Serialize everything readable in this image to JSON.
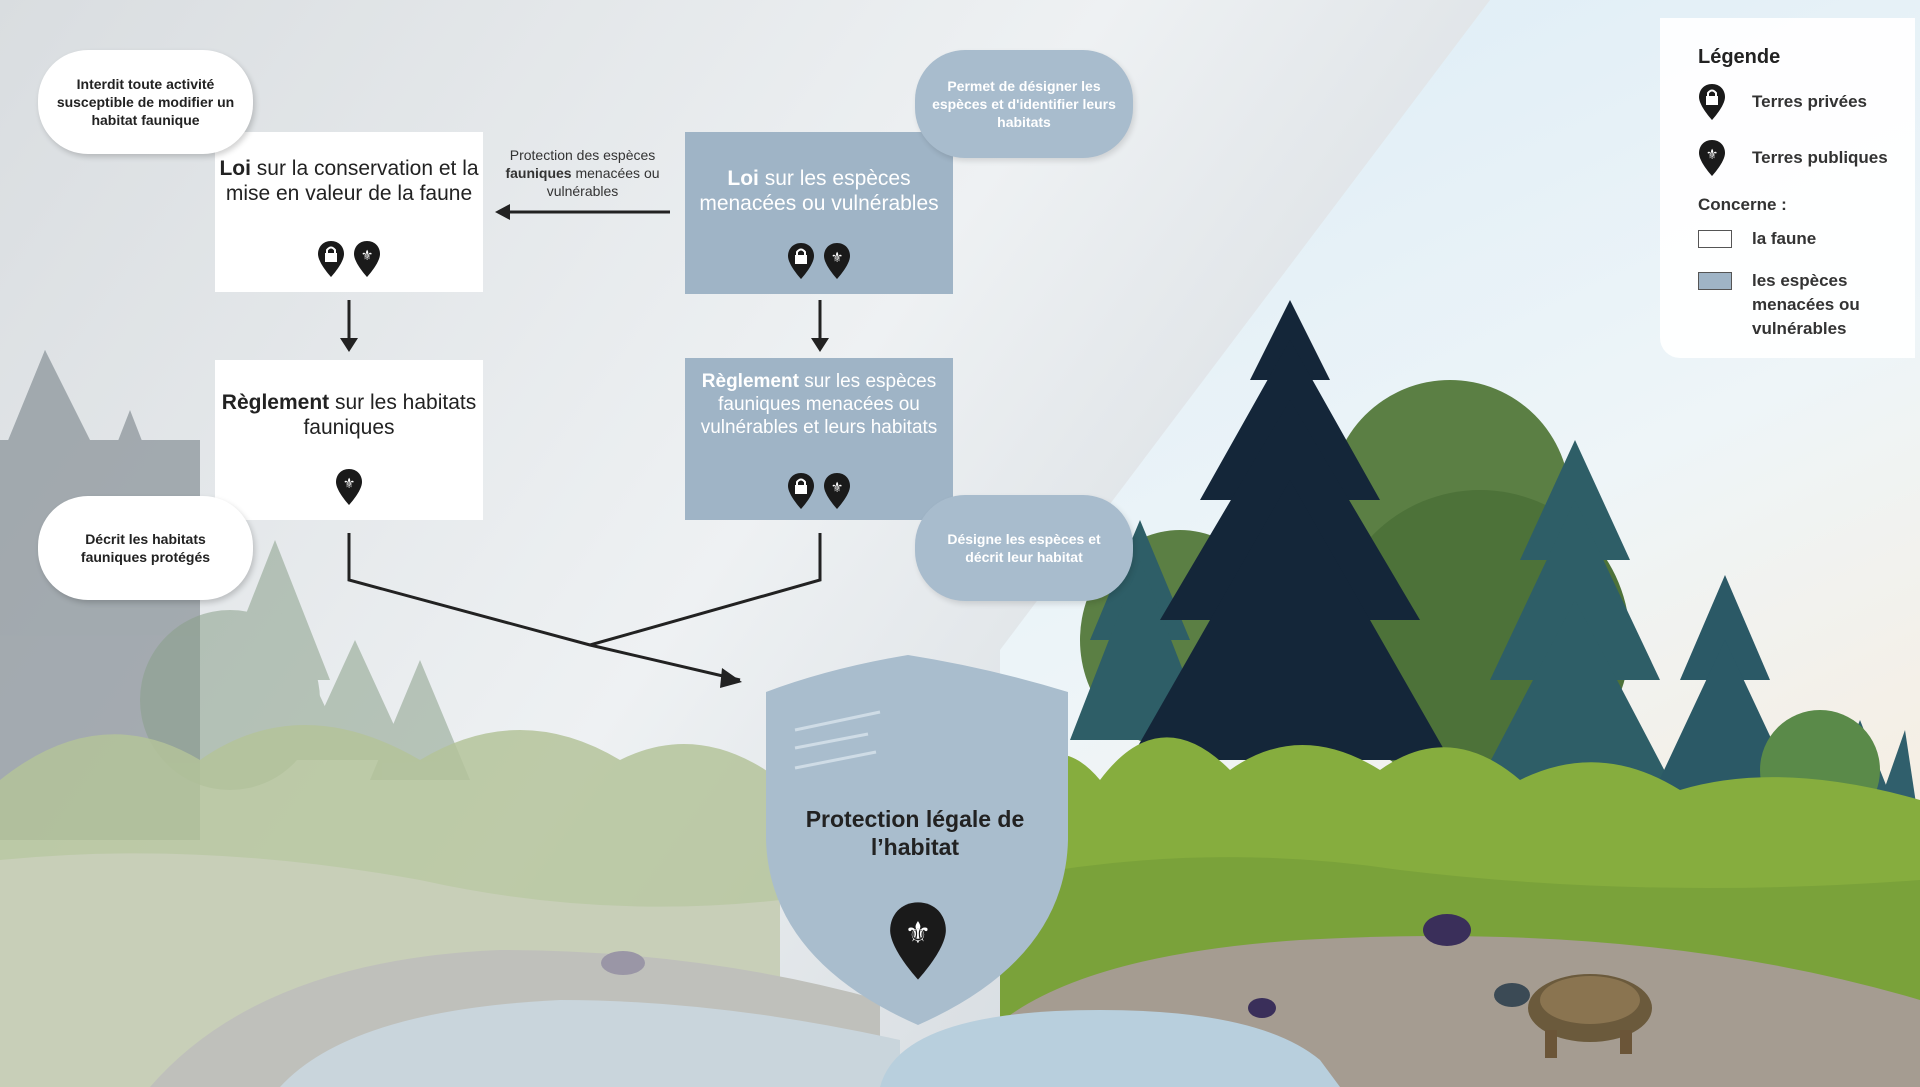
{
  "colors": {
    "white_box": "#ffffff",
    "blue_box": "#9fb4c6",
    "pin": "#1a1a1a",
    "shield": "#a9bdcd",
    "sky": "#dfeaf0",
    "forest_dark": "#16283a",
    "forest_teal": "#2e5a66",
    "foliage_green": "#5c8a3a",
    "grass": "#8ab040",
    "water": "#a9c8dc",
    "path": "#a79e93"
  },
  "legend": {
    "title": "Légende",
    "private_land": "Terres privées",
    "public_land": "Terres publiques",
    "concerns_label": "Concerne :",
    "fauna": "la faune",
    "threatened": "les espèces menacées ou vulnérables"
  },
  "boxes": {
    "loi_faune": {
      "bold": "Loi",
      "rest": " sur la conservation et la mise en valeur de la faune"
    },
    "reglement_habitats": {
      "bold": "Règlement",
      "rest": " sur les habitats fauniques"
    },
    "loi_especes": {
      "bold": "Loi",
      "rest": " sur les espèces menacées ou vulnérables"
    },
    "reglement_especes": {
      "bold": "Règlement",
      "rest": " sur les espèces fauniques menacées ou vulnérables et leurs habitats"
    }
  },
  "bubbles": {
    "interdit": "Interdit toute activité susceptible de modifier un habitat faunique",
    "decrit": "Décrit les habitats fauniques protégés",
    "permet": "Permet de désigner les espèces et d'identifier leurs habitats",
    "designe": "Désigne les espèces et décrit leur habitat"
  },
  "arrow_label": {
    "part1": "Protection des espèces",
    "bold": "fauniques",
    "part2": "menacées ou vulnérables"
  },
  "shield": {
    "title": "Protection légale de l’habitat"
  },
  "icons": {
    "private": "lock-pin-icon",
    "public": "fleur-de-lis-pin-icon"
  }
}
